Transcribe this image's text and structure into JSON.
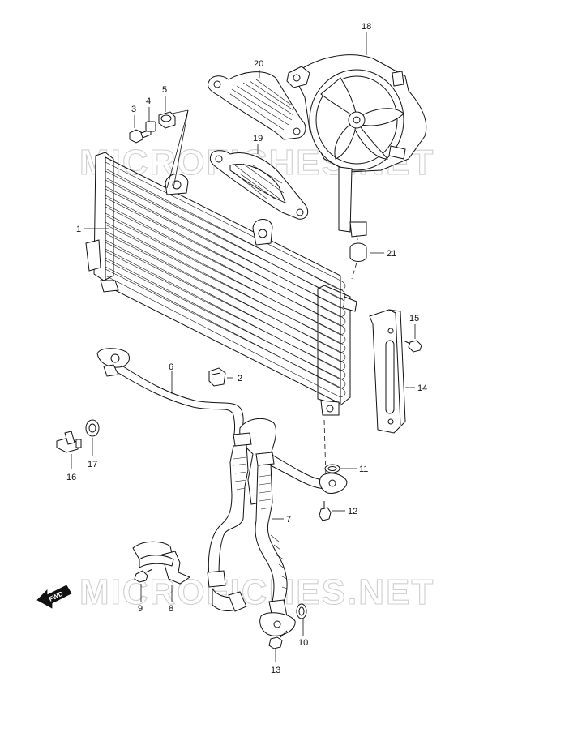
{
  "watermark": {
    "text": "MICROFICHES.NET"
  },
  "direction_marker": {
    "label": "FWD"
  },
  "callouts": [
    {
      "id": "1",
      "label": "1"
    },
    {
      "id": "2",
      "label": "2"
    },
    {
      "id": "3",
      "label": "3"
    },
    {
      "id": "4",
      "label": "4"
    },
    {
      "id": "5",
      "label": "5"
    },
    {
      "id": "6",
      "label": "6"
    },
    {
      "id": "7",
      "label": "7"
    },
    {
      "id": "8",
      "label": "8"
    },
    {
      "id": "9",
      "label": "9"
    },
    {
      "id": "10",
      "label": "10"
    },
    {
      "id": "11",
      "label": "11"
    },
    {
      "id": "12",
      "label": "12"
    },
    {
      "id": "13",
      "label": "13"
    },
    {
      "id": "14",
      "label": "14"
    },
    {
      "id": "15",
      "label": "15"
    },
    {
      "id": "16",
      "label": "16"
    },
    {
      "id": "17",
      "label": "17"
    },
    {
      "id": "18",
      "label": "18"
    },
    {
      "id": "19",
      "label": "19"
    },
    {
      "id": "20",
      "label": "20"
    },
    {
      "id": "21",
      "label": "21"
    }
  ]
}
